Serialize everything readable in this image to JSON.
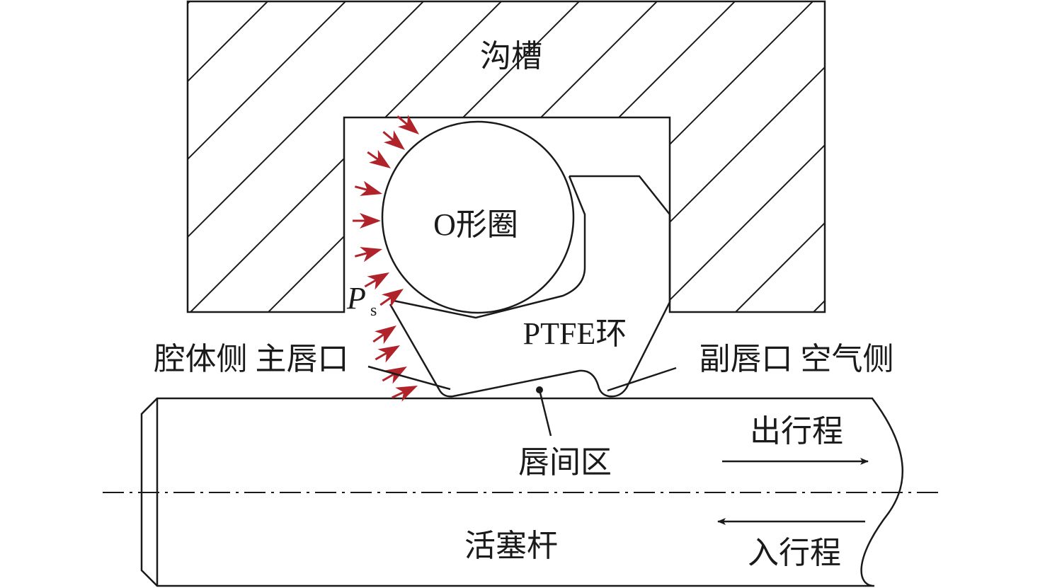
{
  "labels": {
    "groove": "沟槽",
    "o_ring": "O形圈",
    "pressure_symbol": "P",
    "pressure_subscript": "s",
    "ptfe_ring": "PTFE环",
    "cavity_side_primary_lip": "腔体侧 主唇口",
    "secondary_lip_air_side": "副唇口 空气侧",
    "out_stroke": "出行程",
    "inter_lip_zone": "唇间区",
    "piston_rod": "活塞杆",
    "in_stroke": "入行程"
  },
  "colors": {
    "pressure_arrow": "#b0232a",
    "line": "#1a1a1a"
  }
}
